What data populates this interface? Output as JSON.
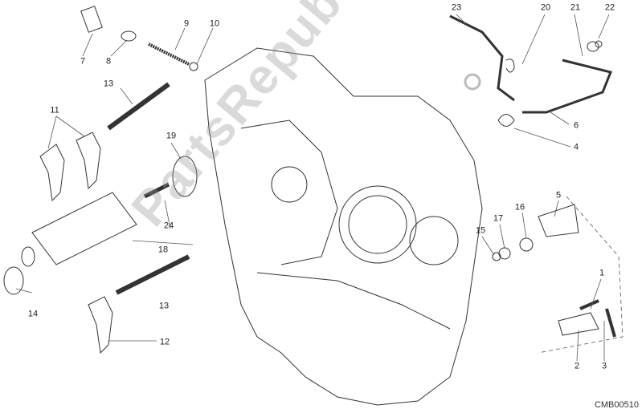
{
  "diagram": {
    "watermark": "PartsRepublik",
    "code": "CMB00510",
    "callouts": [
      "7",
      "8",
      "9",
      "10",
      "13",
      "11",
      "19",
      "24",
      "18",
      "14",
      "13",
      "12",
      "23",
      "20",
      "21",
      "22",
      "6",
      "4",
      "5",
      "15",
      "17",
      "16",
      "1",
      "2",
      "3"
    ]
  }
}
